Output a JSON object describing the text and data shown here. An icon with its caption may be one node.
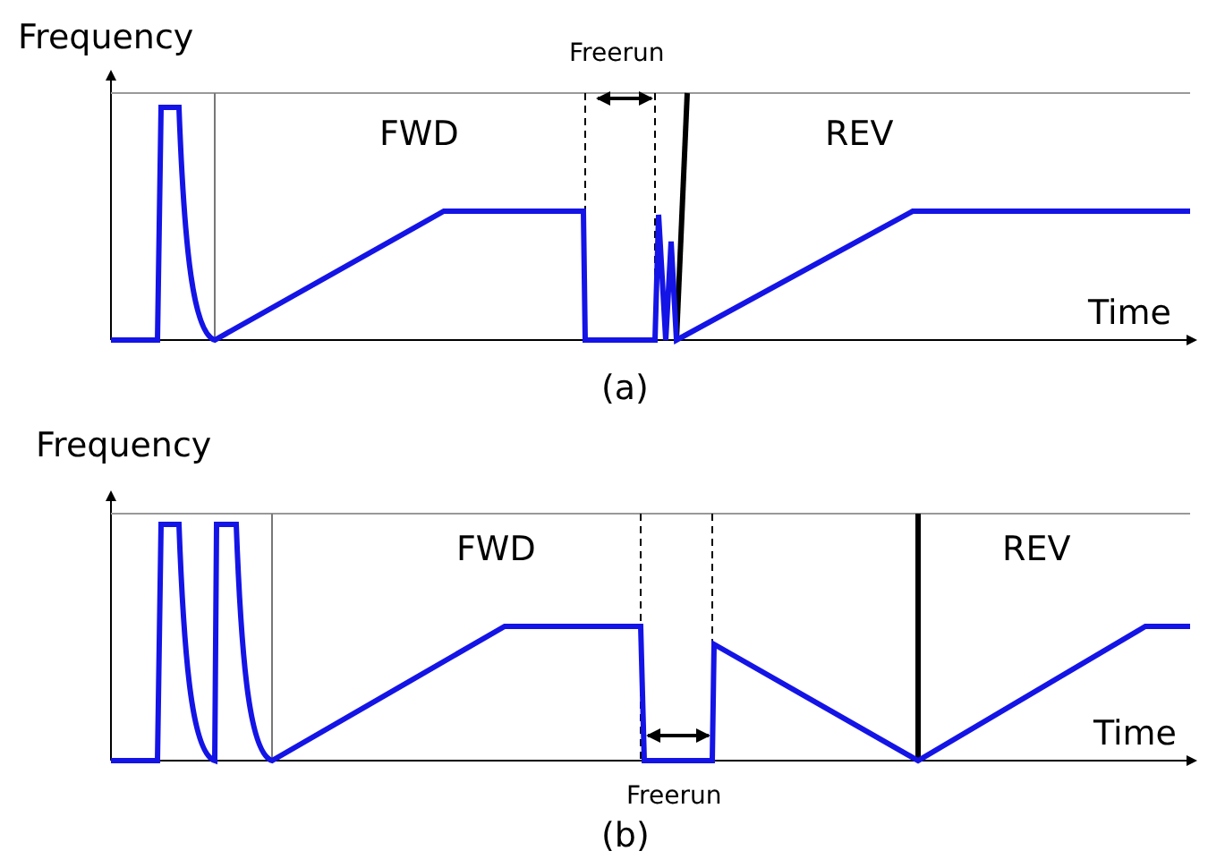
{
  "diagram": {
    "labels": [
      "Frequency",
      "Freerun",
      "FWD",
      "REV",
      "Time",
      "(a)",
      "Frequency",
      "FWD",
      "REV",
      "Time",
      "Freerun",
      "(b)"
    ]
  }
}
